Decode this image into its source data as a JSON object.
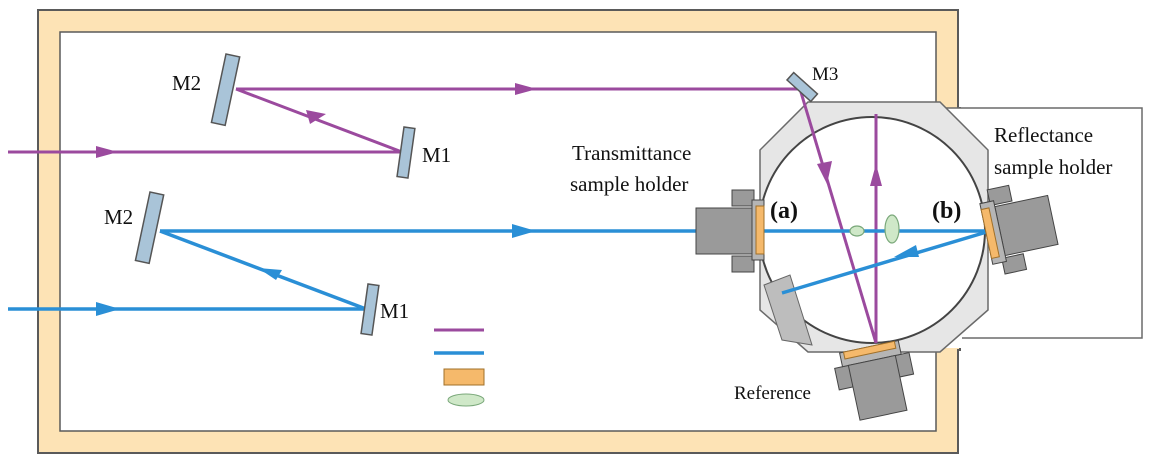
{
  "labels": {
    "m2_top": "M2",
    "m1_top": "M1",
    "m3": "M3",
    "m2_bottom": "M2",
    "m1_bottom": "M1",
    "transmittance_line1": "Transmittance",
    "transmittance_line2": "sample holder",
    "reflectance_line1": "Reflectance",
    "reflectance_line2": "sample holder",
    "port_a": "(a)",
    "port_b": "(b)",
    "reference": "Reference"
  },
  "legend": [
    {
      "swatch": "purple-line"
    },
    {
      "swatch": "blue-line"
    },
    {
      "swatch": "orange-box"
    },
    {
      "swatch": "green-lens"
    }
  ],
  "colors": {
    "purple_beam": "#9b4a9e",
    "blue_beam": "#2a8fd6",
    "frame_fill": "#fde3b5",
    "frame_stroke": "#5a5a5a",
    "mirror_fill": "#a9c4d8",
    "sample": "#f5b96b",
    "lens": "#cfe8c8",
    "holder_gray": "#9a9a9a",
    "sphere_gray": "#e7e7e7"
  }
}
